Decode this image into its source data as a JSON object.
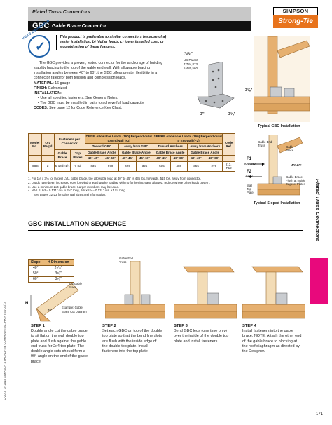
{
  "header": {
    "section": "Plated Truss Connectors",
    "product_code": "GBC",
    "product_name": "Gable Brace Connector",
    "logo_top": "SIMPSON",
    "logo_bottom": "Strong-Tie"
  },
  "badge": {
    "ring_text": "VALUE ENGINEERED"
  },
  "callout": "This product is preferable to similar connectors because of a) easier installation, b) higher loads, c) lower installed cost, or a combination of these features.",
  "description": "The GBC provides a proven, tested connector for the anchorage of building stability bracing to the top of the gable end wall. With allowable bracing installation angles between 40° to 60°, the GBC offers greater flexibility in a connector rated for both tension and compression loads.",
  "specs": {
    "material_label": "MATERIAL:",
    "material": "16 gauge",
    "finish_label": "FINISH:",
    "finish": "Galvanized",
    "installation_label": "INSTALLATION:",
    "install_1": "• Use all specified fasteners. See General Notes.",
    "install_2": "• The GBC must be installed in pairs to achieve full load capacity.",
    "codes_label": "CODES:",
    "codes": "See page 12 for Code Reference Key Chart."
  },
  "product_image": {
    "label": "GBC",
    "patent": "US Patent\n7,784,873;\n5,480,560",
    "dim_height": "3⅛\"",
    "dim_width_a": "3\"",
    "dim_width_b": "3⅛\""
  },
  "captions": {
    "typical_installation": "Typical GBC Installation",
    "typical_sloped": "Typical Sloped Installation"
  },
  "sloped_labels": {
    "gable_end_truss": "Gable End Truss",
    "gable_brace": "Gable Brace",
    "f1": "F1",
    "f1_dir": "TOWARD",
    "f2": "F2",
    "f2_dir": "AWAY",
    "angle": "40°-60°",
    "wall_top_plate": "Wall Top Plate",
    "flush": "Gable Brace Flush at Inside Edge of Plates"
  },
  "table": {
    "h_model": "Model No.",
    "h_qty": "Qty Req'd",
    "h_fasteners": "Fasteners per Connector",
    "h_gable": "Gable Brace",
    "h_top": "Top Plates",
    "h_df": "DF/SP Allowable Loads (160) Perpendicular to Endwall (F2)",
    "h_spf": "SPF/HF Allowable Loads (160) Perpendicular to Endwall (F2)",
    "h_toward": "Toward GBC",
    "h_away": "Away from GBC",
    "h_toward_anchors": "Toward Anchors",
    "h_away_anchors": "Away from Anchors",
    "h_angle": "Gable Brace Angle",
    "h_code": "Code Ref.",
    "angles": [
      "40°-45°",
      "46°-60°",
      "40°-45°",
      "46°-60°",
      "40°-45°",
      "46°-60°",
      "40°-45°",
      "46°-60°"
    ],
    "row": {
      "model": "GBC",
      "qty": "2",
      "gable": "5-10d×1½",
      "top": "7-8d",
      "values": [
        "635",
        "570",
        "425",
        "325",
        "535",
        "480",
        "355",
        "270"
      ],
      "code": "I13, F12"
    }
  },
  "notes": [
    "1. For 1⅛ x 3⅛ (or larger) LVL, gable brace, the allowable load at 40° to 45° is 435 lbs. forwards, 515 lbs. away from connector.",
    "2. Loads have been increased 60% for wind or earthquake loading with no further increase allowed; reduce where other loads govern.",
    "3. Use a minimum 2x4 gable brace. Larger members may be used.",
    "4. NAILS: 8d = 0.131\" dia. x 2½\" long, 10d×1½ = 0.131\" dia. x 1½\" long.",
    "   See pages 22-23 for other nail sizes and information."
  ],
  "sequence": {
    "title": "GBC INSTALLATION SEQUENCE",
    "slope_table": {
      "h_slope": "Slope",
      "h_dim": "H Dimension",
      "rows": [
        [
          "40°",
          "2⁹⁄₁₆\""
        ],
        [
          "50°",
          "3⁵⁄₈\""
        ],
        [
          "60°",
          "3⁵⁄₈\""
        ]
      ]
    },
    "labels": {
      "gable_brace": "2x4 Gable Brace",
      "example": "Example: Gable Brace Cut Diagram",
      "h": "H",
      "angle": "40°",
      "gable_end_truss": "Gable End Truss"
    },
    "steps": [
      {
        "head": "STEP 1",
        "text": "Double angle cut the gable brace to sit flat on the wall double top plate and flush against the gable end truss for 2x4 top plate. The double angle cuts should form a 90° angle on the end of the gable brace."
      },
      {
        "head": "STEP 2",
        "text": "Set each GBC on top of the double top plate so that the bend line slots are flush with the inside edge of the double top plate. Install fasteners into the top plate."
      },
      {
        "head": "STEP 3",
        "text": "Bend GBC legs (one time only) over the inside of the double top plate and install fasteners."
      },
      {
        "head": "STEP 4",
        "text": "Install fasteners into the gable brace. NOTE: Attach the other end of the gable brace to blocking at the roof diaphragm as directed by the Designer."
      }
    ]
  },
  "side": {
    "title": "Plated Truss Connectors",
    "copyright": "C-2015 © 2015 SIMPSON STRONG-TIE COMPANY INC.   PRINTED 01/14"
  },
  "page_number": "171",
  "colors": {
    "accent_orange": "#e8731c",
    "tab_pink": "#e8097c",
    "table_tan": "#e9b979",
    "wood": "#e6b070"
  }
}
